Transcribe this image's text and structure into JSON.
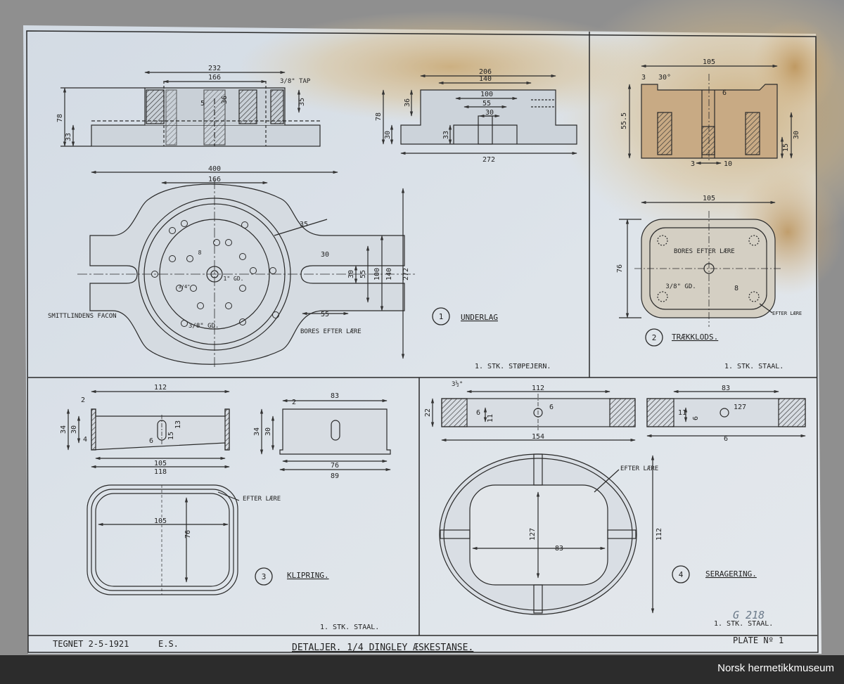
{
  "footer": {
    "credit": "Norsk hermetikkmuseum"
  },
  "drawing": {
    "title": "DETALJER. 1/4 DINGLEY ÆSKESTANSE.",
    "drawn": "TEGNET 2-5-1921",
    "initials": "E.S.",
    "plate": "PLATE Nº 1",
    "archive_no": "G 218",
    "parts": [
      {
        "num": "1",
        "name": "UNDERLAG",
        "spec": "1. STK. STØPEJERN."
      },
      {
        "num": "2",
        "name": "TRÆKKLODS.",
        "spec": "1. STK. STAAL."
      },
      {
        "num": "3",
        "name": "KLIPRING.",
        "spec": "1. STK. STAAL."
      },
      {
        "num": "4",
        "name": "SERAGERING.",
        "spec": "1. STK. STAAL."
      }
    ],
    "notes": {
      "smittlinden": "SMITTLINDENS FACON",
      "bores": "BORES EFTER LÆRE",
      "efter": "EFTER LÆRE",
      "tap": "3/8\" TAP",
      "gd": "3/8\" GD.",
      "angle30": "30°",
      "angle3half": "3½°"
    },
    "dims": {
      "p1": [
        "232",
        "166",
        "78",
        "33",
        "35",
        "36",
        "5",
        "206",
        "140",
        "100",
        "55",
        "30",
        "36",
        "78",
        "30",
        "33",
        "272",
        "400",
        "166",
        "35",
        "30",
        "55",
        "100",
        "140",
        "272",
        "30",
        "55",
        "8",
        "1\" GD.",
        "3/4\""
      ],
      "p2": [
        "105",
        "3",
        "30°",
        "6",
        "55.5",
        "30",
        "15",
        "3",
        "10",
        "105",
        "76",
        "8",
        "3/8\" GD."
      ],
      "p3": [
        "112",
        "2",
        "34",
        "30",
        "4",
        "15",
        "6",
        "13",
        "105",
        "118",
        "83",
        "2",
        "34",
        "30",
        "76",
        "89",
        "105",
        "76"
      ],
      "p4": [
        "112",
        "22",
        "6",
        "11",
        "6",
        "154",
        "83",
        "6",
        "11",
        "6",
        "127",
        "83",
        "112",
        "127"
      ]
    }
  }
}
